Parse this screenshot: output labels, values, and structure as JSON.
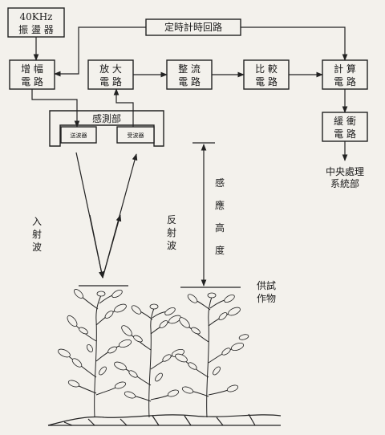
{
  "blocks": {
    "oscillator": [
      "40KHz",
      "振 盪 器"
    ],
    "timer": "定時計時回路",
    "amp": [
      "增 幅",
      "電 路"
    ],
    "magnify": [
      "放 大",
      "電 路"
    ],
    "rectify": [
      "整 流",
      "電 路"
    ],
    "compare": [
      "比 較",
      "電 路"
    ],
    "calc": [
      "計 算",
      "電 路"
    ],
    "buffer": [
      "緩 衝",
      "電 路"
    ],
    "sensor": "感測部",
    "transmitter": "送波器",
    "receiver": "受波器"
  },
  "labels": {
    "central": [
      "中央處理",
      "系統部"
    ],
    "incident": [
      "入",
      "射",
      "波"
    ],
    "reflected": [
      "反",
      "射",
      "波"
    ],
    "height": [
      "感",
      "應",
      "高",
      "度"
    ],
    "crop": [
      "供試",
      "作物"
    ]
  },
  "colors": {
    "ink": "#222222",
    "paper": "#f3f1ec"
  }
}
